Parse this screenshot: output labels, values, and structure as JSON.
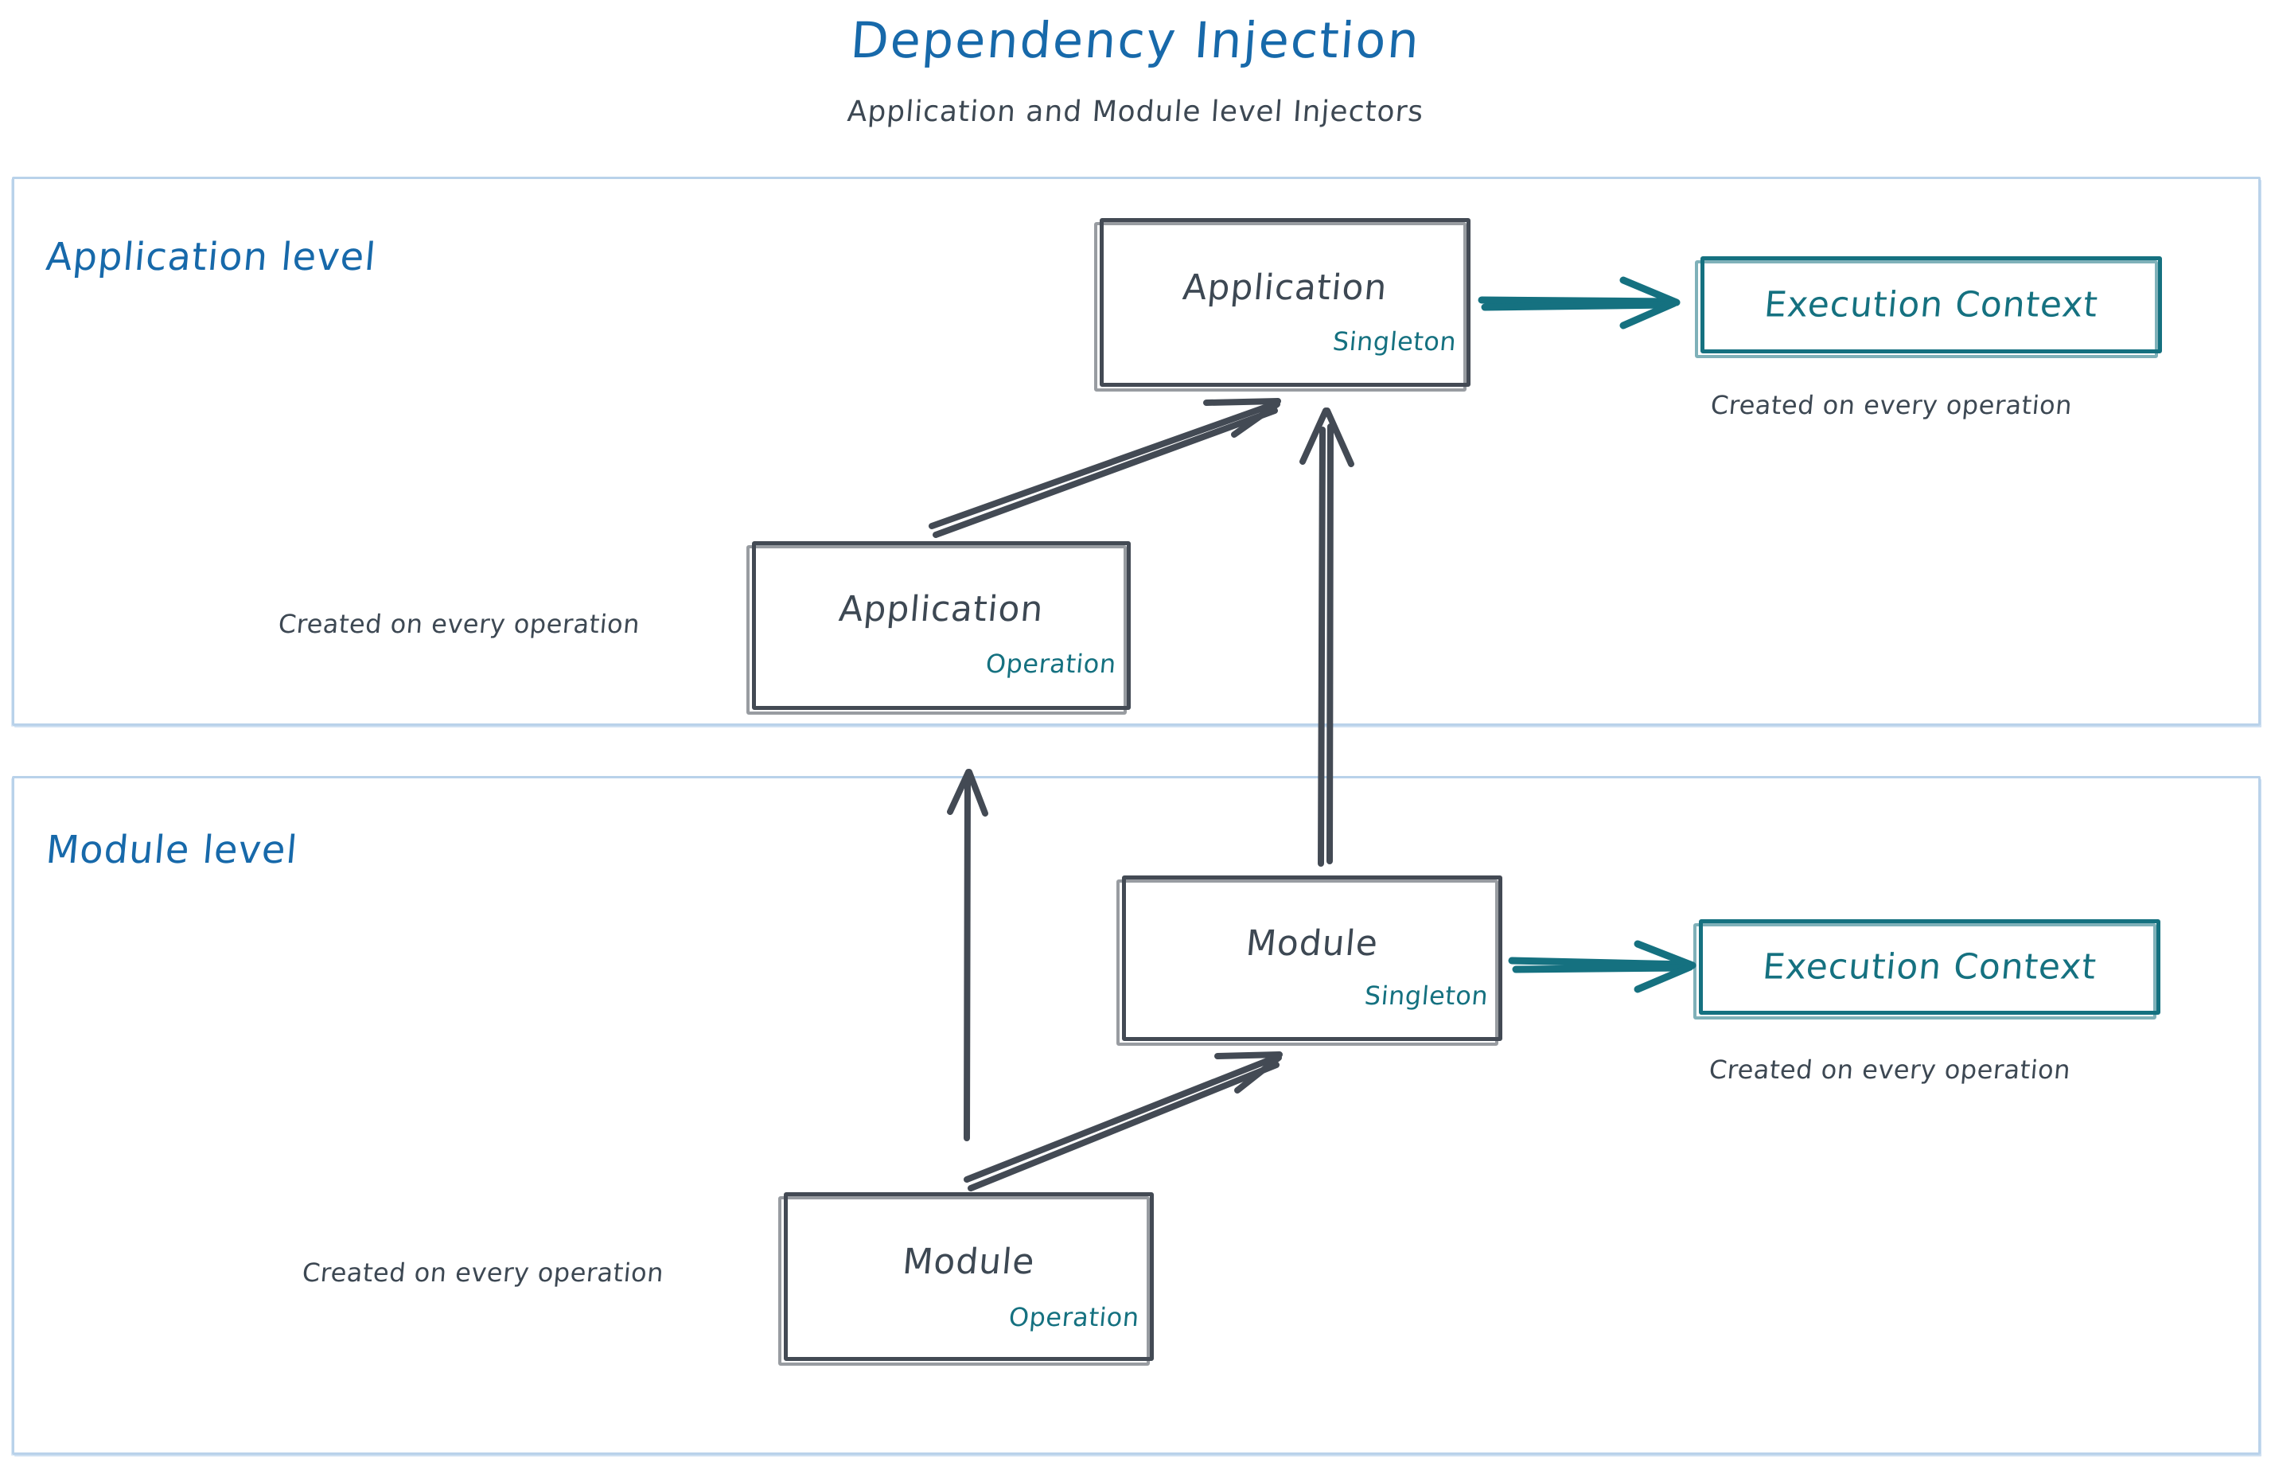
{
  "header": {
    "title": "Dependency Injection",
    "subtitle": "Application and Module level Injectors"
  },
  "colors": {
    "title_blue": "#1769aa",
    "level_border": "#b9d2ea",
    "node_stroke": "#434a54",
    "node_text": "#3d4853",
    "teal": "#157180"
  },
  "levels": [
    {
      "id": "application-level",
      "label": "Application level",
      "nodes": [
        {
          "id": "application-singleton",
          "main_label": "Application",
          "scope_label": "Singleton"
        },
        {
          "id": "application-execution-context",
          "main_label": "Execution Context",
          "caption": "Created on every operation"
        },
        {
          "id": "application-operation",
          "main_label": "Application",
          "scope_label": "Operation",
          "caption": "Created on every operation"
        }
      ]
    },
    {
      "id": "module-level",
      "label": "Module level",
      "nodes": [
        {
          "id": "module-singleton",
          "main_label": "Module",
          "scope_label": "Singleton"
        },
        {
          "id": "module-execution-context",
          "main_label": "Execution Context",
          "caption": "Created on every operation"
        },
        {
          "id": "module-operation",
          "main_label": "Module",
          "scope_label": "Operation",
          "caption": "Created on every operation"
        }
      ]
    }
  ],
  "connections": [
    {
      "id": "app-singleton-to-execution-context",
      "from": "application-singleton",
      "to": "application-execution-context",
      "color": "#157180"
    },
    {
      "id": "app-operation-to-app-singleton",
      "from": "application-operation",
      "to": "application-singleton",
      "color": "#434a54"
    },
    {
      "id": "module-singleton-to-app-singleton",
      "from": "module-singleton",
      "to": "application-singleton",
      "color": "#434a54"
    },
    {
      "id": "module-operation-to-app-operation",
      "from": "module-operation",
      "to": "application-operation",
      "color": "#434a54"
    },
    {
      "id": "module-operation-to-module-singleton",
      "from": "module-operation",
      "to": "module-singleton",
      "color": "#434a54"
    },
    {
      "id": "module-singleton-to-execution-context",
      "from": "module-singleton",
      "to": "module-execution-context",
      "color": "#157180"
    }
  ]
}
